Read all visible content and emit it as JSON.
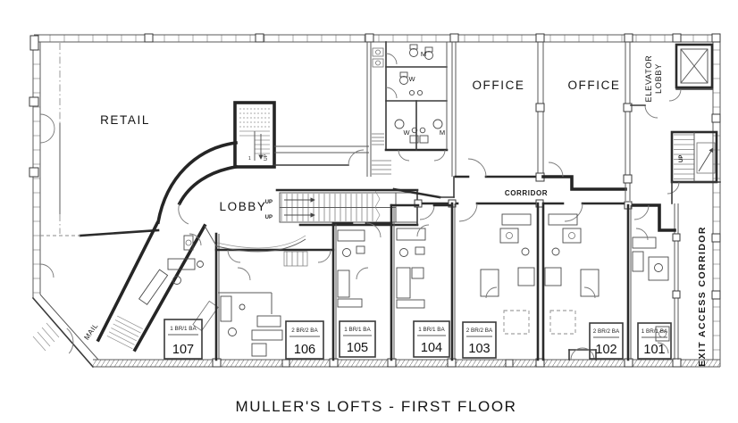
{
  "title": "MULLER'S LOFTS - FIRST FLOOR",
  "rooms": {
    "retail": "RETAIL",
    "lobby": "LOBBY",
    "office_left": "OFFICE",
    "office_right": "OFFICE",
    "elevator_lobby_line1": "ELEVATOR",
    "elevator_lobby_line2": "LOBBY",
    "corridor": "CORRIDOR",
    "exit_corridor": "EXIT ACCESS CORRIDOR",
    "mail": "MAIL"
  },
  "stairs": {
    "lobby_upper_label": "UP",
    "lobby_lower_label": "UP",
    "stair1_number": "1",
    "stair1_label": "UP",
    "east_stair_label": "UP"
  },
  "restrooms": {
    "top_mens": "M",
    "top_womens": "W",
    "lower_womens": "W",
    "lower_mens": "M"
  },
  "units": [
    {
      "number": "107",
      "type": "1 BR/1 BA"
    },
    {
      "number": "106",
      "type": "2 BR/2 BA"
    },
    {
      "number": "105",
      "type": "1 BR/1 BA"
    },
    {
      "number": "104",
      "type": "1 BR/1 BA"
    },
    {
      "number": "103",
      "type": "2 BR/2 BA"
    },
    {
      "number": "102",
      "type": "2 BR/2 BA"
    },
    {
      "number": "101",
      "type": "1 BR/1 BA"
    }
  ],
  "colors": {
    "wall": "#2b2b2b",
    "line": "#555555",
    "light_line": "#999999",
    "background": "#ffffff",
    "text": "#1a1a1a"
  }
}
